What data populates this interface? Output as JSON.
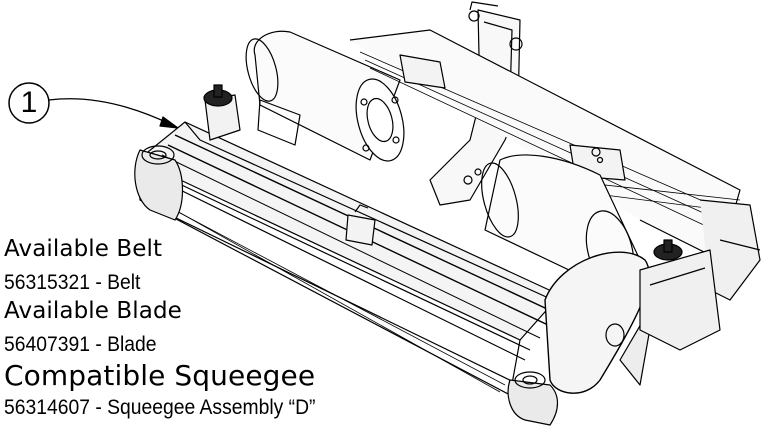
{
  "callout": {
    "number": "1"
  },
  "info": {
    "belt_heading": "Available Belt",
    "belt_part": "56315321 - Belt",
    "blade_heading": "Available Blade",
    "blade_part": "56407391 - Blade",
    "squeegee_heading": "Compatible Squeegee",
    "squeegee_part": "56314607 - Squeegee Assembly “D”"
  }
}
